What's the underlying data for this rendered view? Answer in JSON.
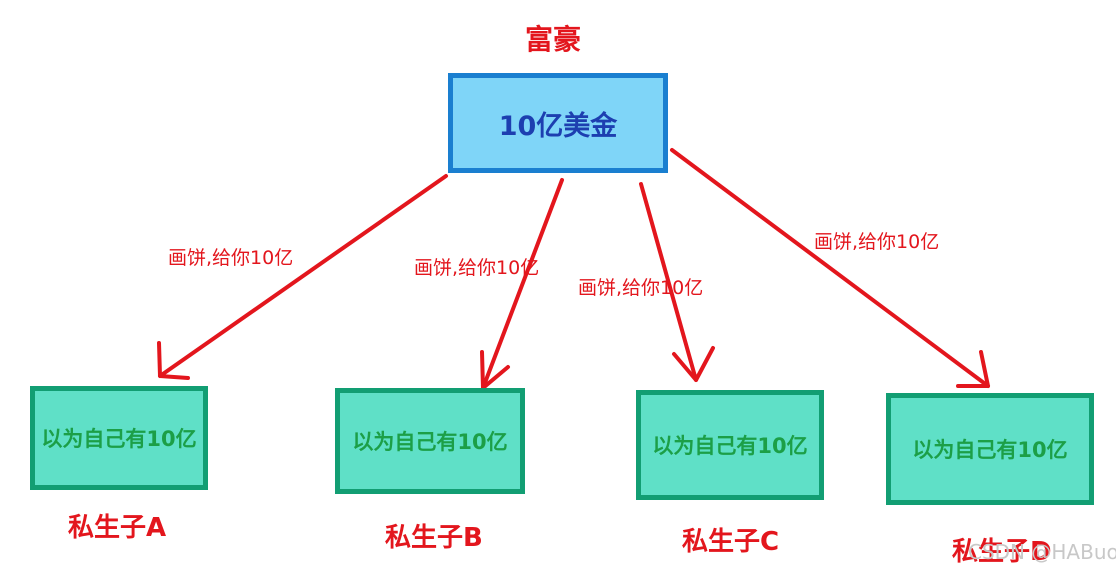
{
  "root": {
    "title": "富豪",
    "label": "10亿美金"
  },
  "children": [
    {
      "label": "以为自己有10亿",
      "name": "私生子A",
      "edge_label": "画饼,给你10亿"
    },
    {
      "label": "以为自己有10亿",
      "name": "私生子B",
      "edge_label": "画饼,给你10亿"
    },
    {
      "label": "以为自己有10亿",
      "name": "私生子C",
      "edge_label": "画饼,给你10亿"
    },
    {
      "label": "以为自己有10亿",
      "name": "私生子D",
      "edge_label": "画饼,给你10亿"
    }
  ],
  "watermark": "CSDN @HABuo",
  "colors": {
    "text_red": "#e3161d",
    "arrow_red": "#e3161d",
    "root_fill": "#7fd5f8",
    "root_border": "#1a7fd0",
    "root_text": "#1d3fb0",
    "child_fill": "#5fe0c7",
    "child_border": "#129e73",
    "child_text": "#1c9f47"
  }
}
